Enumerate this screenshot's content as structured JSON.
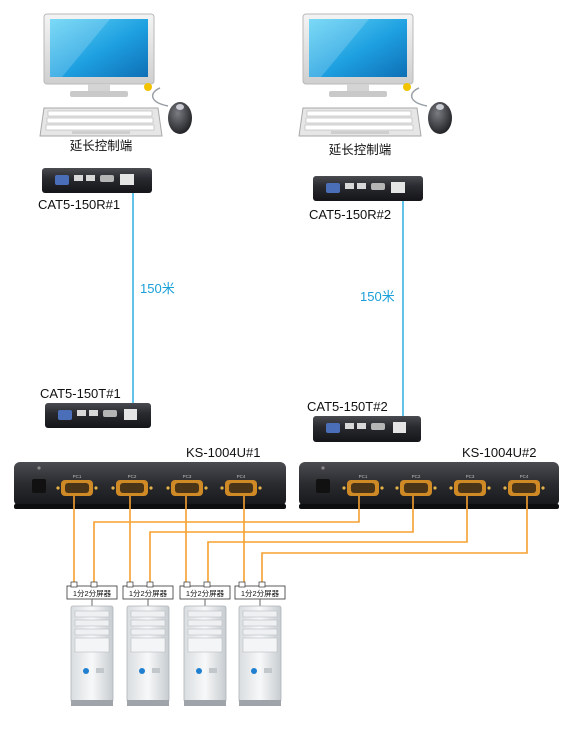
{
  "left": {
    "console_label": "延长控制端",
    "receiver_label": "CAT5-150R#1",
    "cable_label": "150米",
    "transmitter_label": "CAT5-150T#1",
    "switch_label": "KS-1004U#1"
  },
  "right": {
    "console_label": "延长控制端",
    "receiver_label": "CAT5-150R#2",
    "cable_label": "150米",
    "transmitter_label": "CAT5-150T#2",
    "switch_label": "KS-1004U#2"
  },
  "ports": [
    "PC1",
    "PC2",
    "PC3",
    "PC4"
  ],
  "splitter_label": "1分2分屏器",
  "computers": [
    {
      "splitter_label": "1分2分屏器"
    },
    {
      "splitter_label": "1分2分屏器"
    },
    {
      "splitter_label": "1分2分屏器"
    },
    {
      "splitter_label": "1分2分屏器"
    }
  ],
  "colors": {
    "cable_blue": "#3cb6e6",
    "label_blue": "#1aa0d8",
    "link_orange": "#f5a030",
    "device_dark": "#26272b",
    "vga_port": "#d08a25"
  }
}
